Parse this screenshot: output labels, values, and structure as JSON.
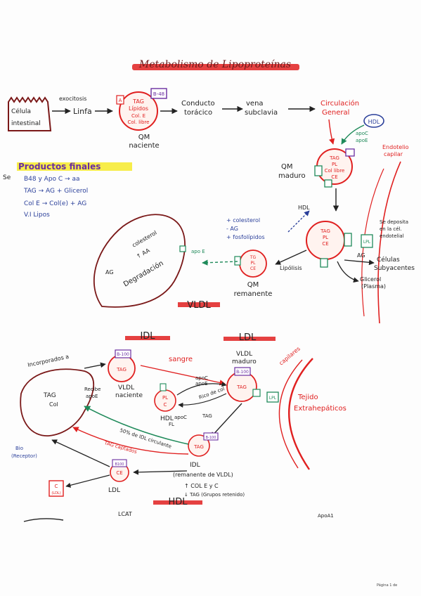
{
  "colors": {
    "red": "#e02020",
    "orange": "#e8561b",
    "green": "#1f8a5a",
    "blue": "#2a3f9a",
    "purple": "#6a2ea0",
    "black": "#222222",
    "gray": "#9a9a9a",
    "yellow": "#f6ea2a"
  },
  "titles": {
    "main": "Metabolismo de Lipoproteínas",
    "products": "Productos finales",
    "vldl": "VLDL",
    "idl": "IDL",
    "ldl": "LDL",
    "hdl": "HDL"
  },
  "top": {
    "exocitosis": "exocitosis",
    "cell": [
      "Célula",
      "intestinal"
    ],
    "linfa": "Linfa",
    "qm_inmaduro": [
      "QM",
      "naciente"
    ],
    "qm_contents": [
      "TAG",
      "Lípidos",
      "Col. E",
      "Col. libre"
    ],
    "b48": "B-48",
    "apoA": "A",
    "conducto": [
      "Conducto",
      "torácico"
    ],
    "vena": [
      "vena",
      "subclavia"
    ],
    "circulacion": [
      "Circulación",
      "General"
    ],
    "hdl_badge": "HDL",
    "apoc_apoe": [
      "apoC",
      "apoE"
    ],
    "qm_maduro": [
      "QM",
      "maduro"
    ],
    "qm_maduro_contents": [
      "TAG",
      "PL",
      "Col libre",
      "CE"
    ],
    "endotelio": [
      "Endotelio",
      "capilar"
    ],
    "lpl_label": "LPL",
    "celulas": [
      "Células",
      "Subyacentes"
    ],
    "glicerol": [
      "Glicerol",
      "(Plasma)"
    ],
    "ag": "AG",
    "lipolisis": "Lipólisis",
    "hdl_arrow": "HDL",
    "colesterol_list": [
      "+ colesterol",
      "- AG",
      "+ fosfolípidos"
    ],
    "qm_remanente": [
      "QM",
      "remanente"
    ],
    "remnant_contents": [
      "TG",
      "PL",
      "CE",
      "C"
    ],
    "apoE_label": "apo E",
    "liver_text": [
      "colesterol",
      "↑ AA",
      "Degradación",
      "AG"
    ],
    "se_redistribute": [
      "Se deposita",
      "en la cél.",
      "endotelial"
    ]
  },
  "products": {
    "prefix": "Se",
    "items": [
      "B48 y Apo C → aa",
      "TAG → AG + Glicerol",
      "Col E → Col(e) + AG",
      "V.I Lipos"
    ]
  },
  "bottom": {
    "incorporados": "Incorporados a",
    "vldl_naciente": [
      "VLDL",
      "naciente"
    ],
    "recibe": [
      "Recibe",
      "apoE"
    ],
    "b100": "B-100",
    "sangre": "sangre",
    "vldl_maduro": [
      "VLDL",
      "maduro"
    ],
    "apo_transfer": [
      "apoC",
      "apoE"
    ],
    "rico_col": "Rico de col",
    "tag": "TAG",
    "hdl": "HDL",
    "hdl_small": [
      "PL",
      "C"
    ],
    "capilares": "capilares",
    "tejido": [
      "Tejido",
      "Extrahepáticos"
    ],
    "lpl": "LPL",
    "pl": "PL",
    "apoc": "apoC",
    "fl": "FL",
    "idl_label": "50% de IDL circulante",
    "tag_capt": "TAG captados",
    "idl_name": [
      "IDL",
      "(remanente de VLDL)"
    ],
    "idl_changes": [
      "↑ COL E y C",
      "↓ TAG (Grupos retenido)"
    ],
    "b100_ldl": "B100",
    "ldl_label": "LDL",
    "ce_c": "CE",
    "receptor": [
      "Bio",
      "(Receptor)"
    ],
    "ldl_receptor": [
      "C",
      "(LDL)"
    ],
    "liver_top": [
      "TAG",
      "Col"
    ],
    "lcat": "LCAT",
    "apoA1": "ApoA1",
    "footer_note": "Página 1 de"
  }
}
